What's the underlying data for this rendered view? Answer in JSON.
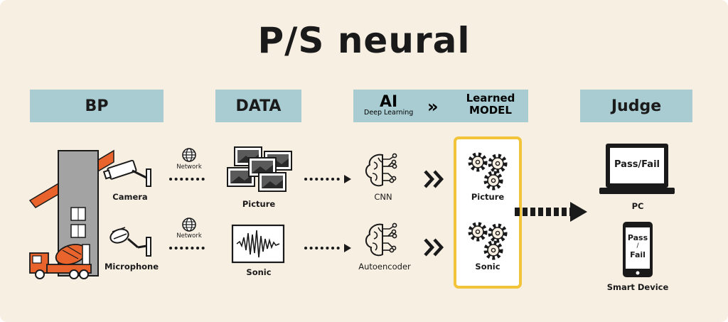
{
  "title": "P/S neural",
  "headers": {
    "bp": "BP",
    "data": "DATA",
    "ai": "AI",
    "ai_sub": "Deep Learning",
    "arrow": "»",
    "learned": "Learned",
    "model": "MODEL",
    "judge": "Judge"
  },
  "labels": {
    "camera": "Camera",
    "microphone": "Microphone",
    "network": "Network",
    "picture": "Picture",
    "sonic": "Sonic",
    "cnn": "CNN",
    "autoencoder": "Autoencoder",
    "model_picture": "Picture",
    "model_sonic": "Sonic",
    "pc": "PC",
    "smart_device": "Smart Device"
  },
  "screens": {
    "pc": "Pass/Fail",
    "phone_top": "Pass",
    "phone_slash": "/",
    "phone_bottom": "Fail"
  },
  "colors": {
    "background": "#f8efe3",
    "header": "#a8ccd1",
    "model_border": "#f2c43a",
    "building": "#a3a3a3",
    "accent_orange": "#e8642c",
    "ink": "#1a1a1a"
  }
}
